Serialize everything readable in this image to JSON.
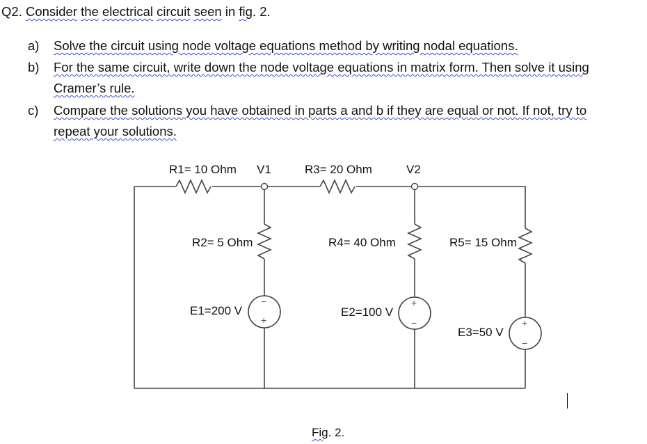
{
  "document": {
    "question": {
      "number": "Q2.",
      "words": [
        "Consider",
        "the",
        "electrical",
        "circuit",
        "seen"
      ],
      "rest_plain": " in ",
      "fig_word": "fig",
      "fig_tail": ". 2."
    },
    "parts": [
      {
        "marker": "a)",
        "line1": "Solve the circuit using node voltage equations method by writing nodal equations."
      },
      {
        "marker": "b)",
        "line1": "For the same circuit, write down the node voltage equations in matrix form. Then solve it using",
        "line2": "Cramer’s rule."
      },
      {
        "marker": "c)",
        "line1": "Compare the solutions you have obtained in parts a and b if they are equal or not. If not, try to",
        "line2": "repeat your solutions."
      }
    ],
    "figure_caption_word": "Fig",
    "figure_caption_tail": ". 2."
  },
  "circuit": {
    "nodes": {
      "v1": "V1",
      "v2": "V2"
    },
    "resistors": {
      "r1": "R1= 10 Ohm",
      "r2": "R2= 5 Ohm",
      "r3": "R3= 20 Ohm",
      "r4": "R4= 40 Ohm",
      "r5": "R5= 15 Ohm"
    },
    "sources": {
      "e1": "E1=200 V",
      "e2": "E2=100 V",
      "e3": "E3=50 V"
    },
    "polarity": {
      "plus": "+",
      "minus": "−"
    },
    "wire_color": "#555555"
  }
}
